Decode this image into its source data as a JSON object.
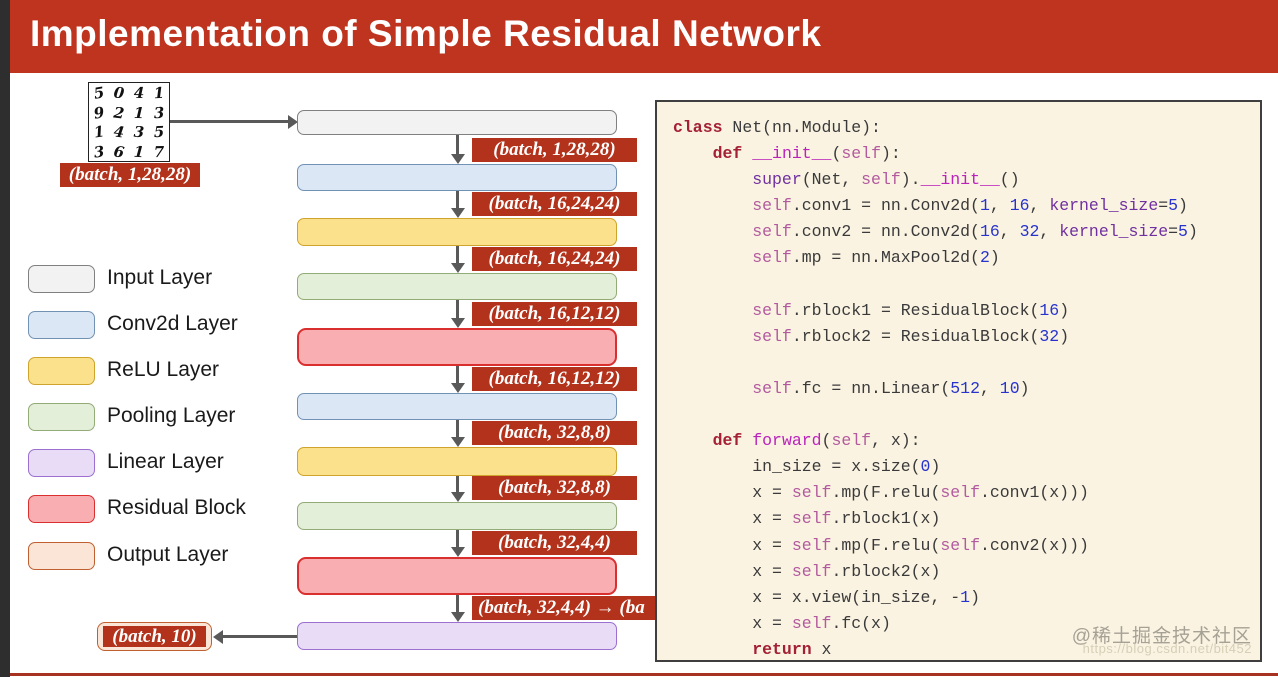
{
  "header": {
    "title": "Implementation of Simple Residual Network"
  },
  "mnist": {
    "rows": [
      "5041",
      "9213",
      "1435",
      "3617"
    ],
    "label": "(batch, 1,28,28)"
  },
  "legend": {
    "items": [
      {
        "key": "input",
        "label": "Input Layer",
        "fill": "#f2f2f2",
        "border": "#808080"
      },
      {
        "key": "conv2d",
        "label": "Conv2d Layer",
        "fill": "#dbe7f4",
        "border": "#7292b4"
      },
      {
        "key": "relu",
        "label": "ReLU Layer",
        "fill": "#fce18c",
        "border": "#cfa42c"
      },
      {
        "key": "pooling",
        "label": "Pooling Layer",
        "fill": "#e3efd9",
        "border": "#93ab77"
      },
      {
        "key": "linear",
        "label": "Linear Layer",
        "fill": "#e8dcf7",
        "border": "#9c6fd0"
      },
      {
        "key": "residual",
        "label": "Residual Block",
        "fill": "#f9aeb2",
        "border": "#da2f2f"
      },
      {
        "key": "output",
        "label": "Output Layer",
        "fill": "#fbe5d6",
        "border": "#c06030"
      }
    ]
  },
  "flow": {
    "nodes": [
      "input",
      "conv2d",
      "relu",
      "pooling",
      "residual",
      "conv2d",
      "relu",
      "pooling",
      "residual",
      "linear"
    ],
    "edge_labels": [
      "(batch, 1,28,28)",
      "(batch, 16,24,24)",
      "(batch, 16,24,24)",
      "(batch, 16,12,12)",
      "(batch, 16,12,12)",
      "(batch, 32,8,8)",
      "(batch, 32,8,8)",
      "(batch, 32,4,4)",
      "(batch, 32,4,4) → (ba"
    ],
    "output_label": "(batch, 10)"
  },
  "code": {
    "lines": [
      [
        "k:class",
        "d: Net(nn.Module):"
      ],
      [
        "d:    ",
        "k:def",
        "d: ",
        "m:__init__",
        "d:(",
        "s:self",
        "d:):"
      ],
      [
        "d:        ",
        "p:super",
        "d:(Net, ",
        "s:self",
        "d:).",
        "m:__init__",
        "d:()"
      ],
      [
        "d:        ",
        "s:self",
        "d:.conv1 = nn.Conv2d(",
        "n:1",
        "d:, ",
        "n:16",
        "d:, ",
        "p:kernel_size",
        "d:=",
        "n:5",
        "d:)"
      ],
      [
        "d:        ",
        "s:self",
        "d:.conv2 = nn.Conv2d(",
        "n:16",
        "d:, ",
        "n:32",
        "d:, ",
        "p:kernel_size",
        "d:=",
        "n:5",
        "d:)"
      ],
      [
        "d:        ",
        "s:self",
        "d:.mp = nn.MaxPool2d(",
        "n:2",
        "d:)"
      ],
      [],
      [
        "d:        ",
        "s:self",
        "d:.rblock1 = ResidualBlock(",
        "n:16",
        "d:)"
      ],
      [
        "d:        ",
        "s:self",
        "d:.rblock2 = ResidualBlock(",
        "n:32",
        "d:)"
      ],
      [],
      [
        "d:        ",
        "s:self",
        "d:.fc = nn.Linear(",
        "n:512",
        "d:, ",
        "n:10",
        "d:)"
      ],
      [],
      [
        "d:    ",
        "k:def",
        "d: ",
        "m:forward",
        "d:(",
        "s:self",
        "d:, x):"
      ],
      [
        "d:        in_size = x.size(",
        "n:0",
        "d:)"
      ],
      [
        "d:        x = ",
        "s:self",
        "d:.mp(F.relu(",
        "s:self",
        "d:.conv1(x)))"
      ],
      [
        "d:        x = ",
        "s:self",
        "d:.rblock1(x)"
      ],
      [
        "d:        x = ",
        "s:self",
        "d:.mp(F.relu(",
        "s:self",
        "d:.conv2(x)))"
      ],
      [
        "d:        x = ",
        "s:self",
        "d:.rblock2(x)"
      ],
      [
        "d:        x = x.view(in_size, -",
        "n:1",
        "d:)"
      ],
      [
        "d:        x = ",
        "s:self",
        "d:.fc(x)"
      ],
      [
        "d:        ",
        "k:return",
        "d: x"
      ]
    ]
  },
  "watermark": {
    "line1": "@稀土掘金技术社区",
    "line2": "https://blog.csdn.net/bit452"
  },
  "colors": {
    "header_red": "#bf341f",
    "badge_red": "#b2321b",
    "arrow_gray": "#595959",
    "panel_cream": "#faf3e2"
  }
}
